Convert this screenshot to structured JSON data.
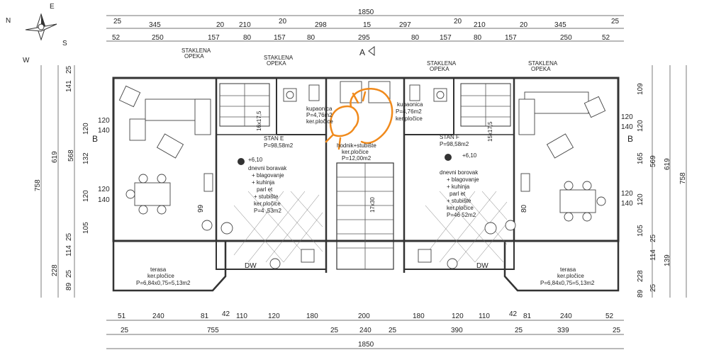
{
  "dims_top": {
    "overall": "1850",
    "row1": [
      "25",
      "345",
      "20",
      "210",
      "20",
      "298",
      "15",
      "297",
      "20",
      "210",
      "20",
      "345",
      "25"
    ],
    "row2": [
      "52",
      "250",
      "157",
      "80",
      "157",
      "80",
      "295",
      "80",
      "157",
      "80",
      "157",
      "250",
      "52"
    ]
  },
  "dims_bottom": {
    "row1": [
      "51",
      "240",
      "81",
      "42",
      "110",
      "120",
      "180",
      "200",
      "180",
      "120",
      "110",
      "42",
      "81",
      "240",
      "52"
    ],
    "row2": [
      "25",
      "755",
      "25",
      "240",
      "25",
      "390",
      "25",
      "339",
      "25"
    ],
    "overall": "1850"
  },
  "dims_left": {
    "total": "758",
    "sub": "619",
    "col": [
      "25",
      "141",
      "568",
      "120",
      "132",
      "120",
      "105",
      "25",
      "114",
      "228",
      "89",
      "25"
    ],
    "side": [
      "120",
      "140",
      "120",
      "140",
      "99"
    ]
  },
  "dims_right": {
    "total": "758",
    "sub": "619",
    "col": [
      "109",
      "120",
      "165",
      "569",
      "120",
      "105",
      "25",
      "114",
      "139",
      "228",
      "89",
      "25"
    ],
    "side": [
      "120",
      "140",
      "120",
      "140",
      "80"
    ]
  },
  "rooms": {
    "stan_e": {
      "name": "STAN E",
      "area": "P=98,58m2"
    },
    "stan_f": {
      "name": "STAN F",
      "area": "P=98,58m2"
    },
    "living_left": {
      "lines": [
        "dnevni boravak",
        "+ blagovanje",
        "+ kuhinja",
        "parl et",
        "+ stubište",
        "ker.pločice",
        "P=4 ,53m2"
      ]
    },
    "living_right": {
      "lines": [
        "dnevni borovak",
        "+ blagovanje",
        "+ kuhinja",
        "parl et",
        "+ stubište",
        "ker.pločice",
        "P=46 52m2"
      ]
    },
    "bath_left": {
      "lines": [
        "kupaonica",
        "P=4,76m2",
        "ker.pločice"
      ]
    },
    "bath_right": {
      "lines": [
        "kupaonica",
        "P=4,76m2",
        "ker.pločice"
      ]
    },
    "corridor": {
      "lines": [
        "hodnik+stubište",
        "ker.pločice",
        "P=12,00m2"
      ]
    },
    "terrace_left": {
      "lines": [
        "terasa",
        "ker.pločice",
        "P=6,84x0,75=5,13m2"
      ]
    },
    "terrace_right": {
      "lines": [
        "terasa",
        "ker.pločice",
        "P=6,84x0,75=5,13m2"
      ]
    }
  },
  "labels": {
    "staklena_opeka": [
      "STAKLENA",
      "OPEKA"
    ],
    "level_left": "+6,10",
    "level_right": "+6,10",
    "section_a": "A",
    "section_b": "B",
    "dw": "DW",
    "compass_n": "N",
    "compass_s": "S",
    "compass_w": "W",
    "compass_e": "E",
    "stair_dim_left": "16x17,5",
    "stair_dim_right": "15x17,5",
    "stair_dim_mid": "17x30"
  },
  "colors": {
    "line": "#333333",
    "accent": "#f08a1c"
  }
}
